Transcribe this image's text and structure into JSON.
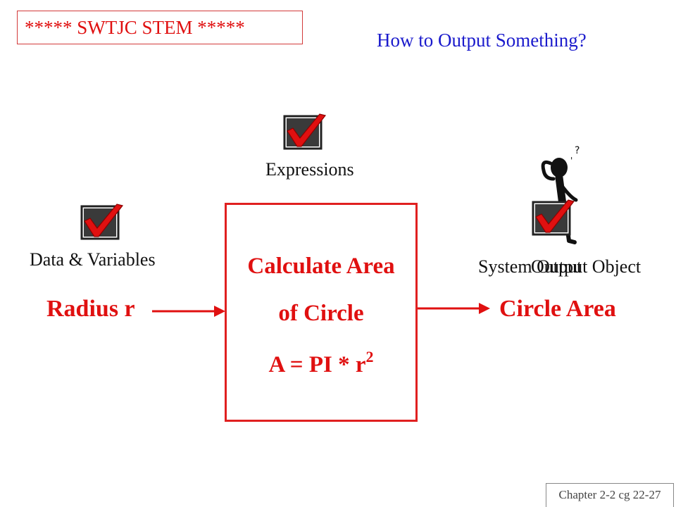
{
  "header": {
    "title": "***** SWTJC STEM *****"
  },
  "slide": {
    "subtitle": "How to Output Something?"
  },
  "diagram": {
    "expressions_label": "Expressions",
    "data_label": "Data & Variables",
    "system_label": "System Output Object",
    "output_overlay_label": "Output",
    "input_label": "Radius r",
    "output_label": "Circle Area",
    "process": {
      "line1": "Calculate Area",
      "line2": "of Circle",
      "formula_base": "A = PI * r",
      "formula_exp": "2"
    }
  },
  "footer": {
    "text": "Chapter 2-2 cg 22-27"
  },
  "colors": {
    "accent_red": "#e01010",
    "title_blue": "#1a1acc"
  },
  "icons": [
    "check-box-icon",
    "confused-person-icon",
    "arrow-right-icon"
  ]
}
